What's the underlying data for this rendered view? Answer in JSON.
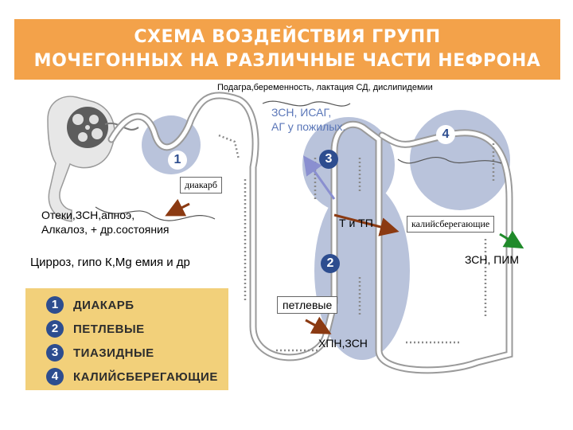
{
  "header": {
    "title_line1": "СХЕМА ВОЗДЕЙСТВИЯ ГРУПП",
    "title_line2": "МОЧЕГОННЫХ НА РАЗЛИЧНЫЕ ЧАСТИ НЕФРОНА"
  },
  "annotations": {
    "top_line": "Подагра,беременность, лактация СД, дислипидемии",
    "zsn_line1": "ЗСН, ИСАГ,",
    "zsn_line2": "АГ у пожилых.",
    "diakarb": "диакарб",
    "edema_line1": "Отеки,ЗСН,апноэ,",
    "edema_line2": "Алкалоз, + др.состояния",
    "t_tp": "Т и ТП",
    "kaliy": "калийсберегающие",
    "cirrhosis": "Цирроз, гипо К,Mg емия и др",
    "zsn_pim": "ЗСН, ПИМ",
    "petlevye": "петлевые",
    "hpn": "ХПН,ЗСН"
  },
  "markers": {
    "m1": "1",
    "m2": "2",
    "m3": "3",
    "m4": "4"
  },
  "legend": [
    {
      "num": "1",
      "label": "ДИАКАРБ"
    },
    {
      "num": "2",
      "label": "ПЕТЛЕВЫЕ"
    },
    {
      "num": "3",
      "label": "ТИАЗИДНЫЕ"
    },
    {
      "num": "4",
      "label": "КАЛИЙСБЕРЕГАЮЩИЕ"
    }
  ],
  "colors": {
    "banner": "#f3a24a",
    "legend_bg": "#f2d07a",
    "marker": "#2d4d8f",
    "zone": "#b9c3db",
    "arrow_brown": "#8b3a12",
    "arrow_green": "#1f8a2a",
    "arrow_blue": "#8a8fd0"
  }
}
